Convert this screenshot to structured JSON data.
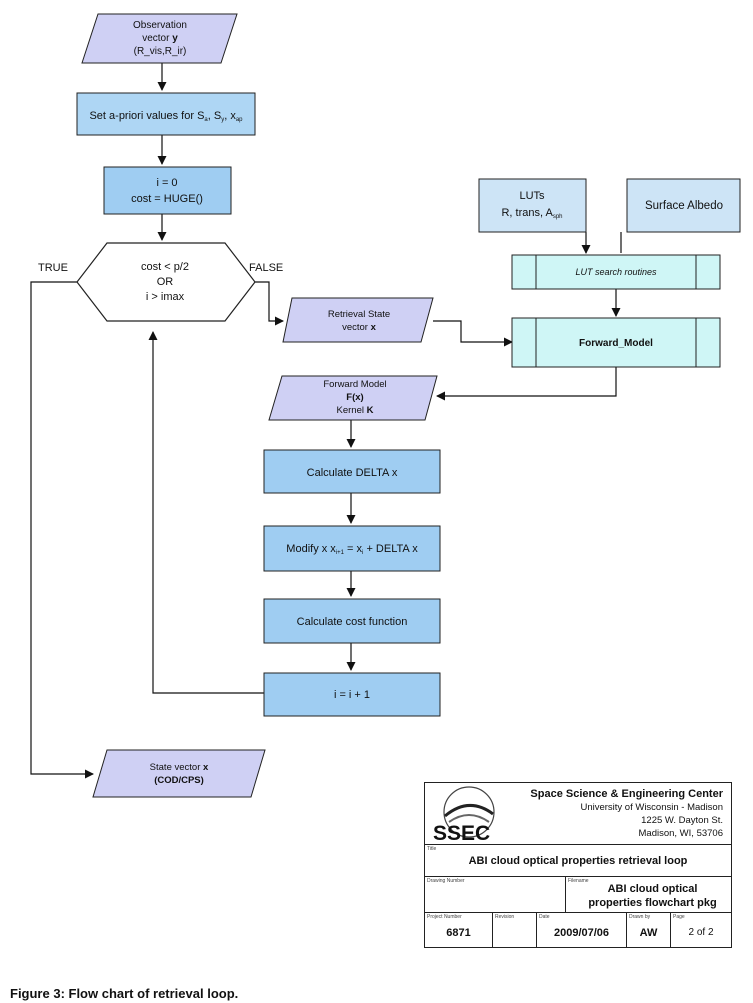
{
  "nodes": {
    "observation": {
      "line1": "Observation",
      "line2": "vector ",
      "line2_bold": "y",
      "line3": "(R_vis,R_ir)"
    },
    "apriori": {
      "text": "Set a-priori values for S",
      "sub1": "a",
      "sep1": ", S",
      "sub2": "y",
      "sep2": ", x",
      "sub3": "ap"
    },
    "init": {
      "line1": "i = 0",
      "line2": "cost = HUGE()"
    },
    "decision": {
      "line1": "cost < p/2",
      "line2": "OR",
      "line3": "i > imax",
      "true_label": "TRUE",
      "false_label": "FALSE"
    },
    "luts": {
      "line1": "LUTs",
      "line2": "R, trans, A",
      "line2_sub": "sph"
    },
    "surface_albedo": {
      "text": "Surface Albedo"
    },
    "lut_search": {
      "text": "LUT search routines"
    },
    "forward_model_box": {
      "text": "Forward_Model"
    },
    "retrieval_state": {
      "line1": "Retrieval State",
      "line2": "vector ",
      "line2_bold": "x"
    },
    "forward_output": {
      "line1": "Forward Model",
      "line2": "F(x)",
      "line3": "Kernel ",
      "line3_bold": "K"
    },
    "calc_delta": {
      "text": "Calculate DELTA x"
    },
    "modify": {
      "text": "Modify x x",
      "sub1": "i+1",
      "mid": " = x",
      "sub2": "i",
      "tail": "  + DELTA x"
    },
    "cost_function": {
      "text": "Calculate cost function"
    },
    "increment": {
      "text": "i = i + 1"
    },
    "state_vector": {
      "line1": "State vector ",
      "line1_bold": "x",
      "line2": "(COD/CPS)"
    }
  },
  "title_block": {
    "logo_text": "SSEC",
    "org_name": "Space Science & Engineering Center",
    "org_line2": "University of Wisconsin - Madison",
    "org_line3": "1225 W. Dayton St.",
    "org_line4": "Madison, WI, 53706",
    "title_label": "Title",
    "title": "ABI cloud optical properties retrieval loop",
    "drawing_number_label": "Drawing Number",
    "filename_label": "Filename",
    "filename": "ABI cloud optical properties flowchart pkg",
    "project_number_label": "Project Number",
    "project_number": "6871",
    "revision_label": "Revision",
    "date_label": "Date",
    "date": "2009/07/06",
    "drawn_by_label": "Drawn by",
    "drawn_by": "AW",
    "page_label": "Page",
    "page": "2 of 2"
  },
  "caption": "Figure 3: Flow chart of retrieval loop.",
  "colors": {
    "parallelogram_fill": "#cfd0f4",
    "process_fill": "#9fcdf2",
    "process_fill_light": "#aed6f4",
    "lut_fill": "#cde4f6",
    "cyan_fill": "#cff6f6",
    "stroke": "#222222"
  }
}
